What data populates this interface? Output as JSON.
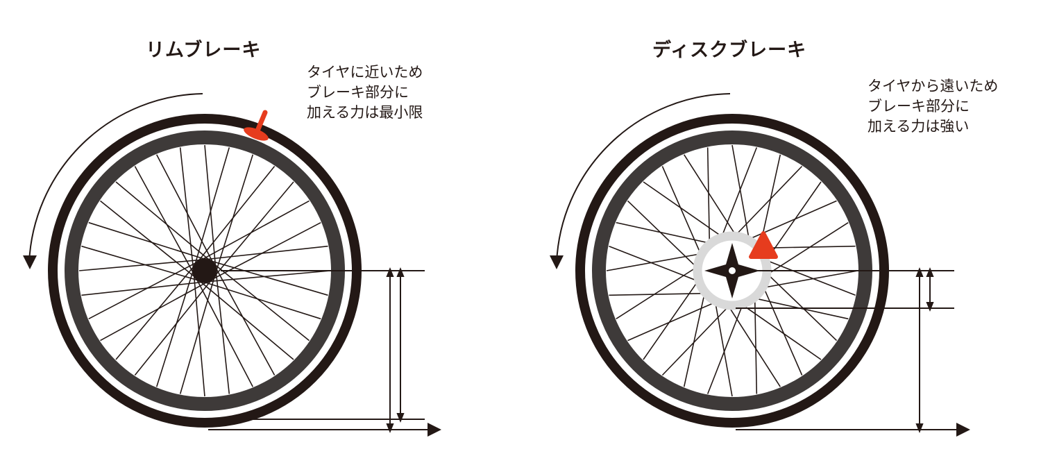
{
  "rim": {
    "title": "リムブレーキ",
    "note": [
      "タイヤに近いため",
      "ブレーキ部分に",
      "加える力は最小限"
    ]
  },
  "disc": {
    "title": "ディスクブレーキ",
    "note": [
      "タイヤから遠いため",
      "ブレーキ部分に",
      "加える力は強い"
    ]
  },
  "colors": {
    "ink": "#231815",
    "rim": "#3e3a39",
    "brake": "#e63c1e",
    "rotor": "#d9d9d9"
  }
}
